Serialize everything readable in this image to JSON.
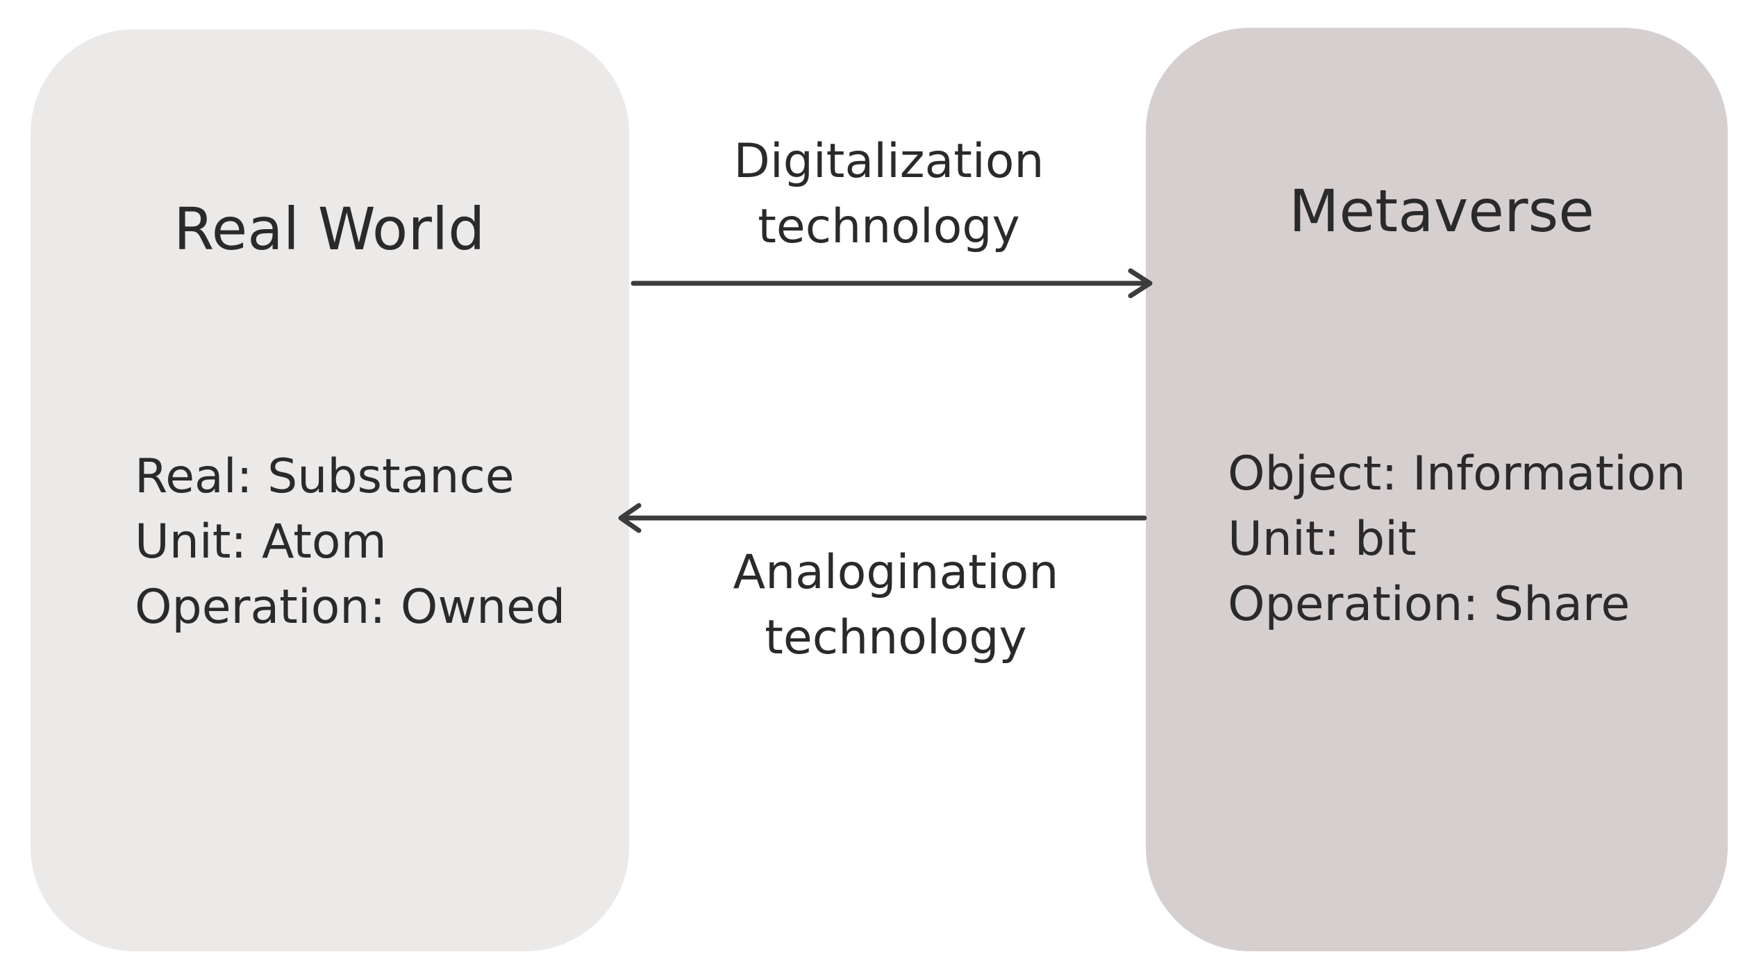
{
  "real_world": {
    "title": "Real World",
    "properties": [
      "Real: Substance",
      "Unit: Atom",
      "Operation: Owned"
    ]
  },
  "metaverse": {
    "title": "Metaverse",
    "properties": [
      "Object: Information",
      "Unit: bit",
      "Operation: Share"
    ]
  },
  "arrows": {
    "to_metaverse": {
      "line1": "Digitalization",
      "line2": "technology"
    },
    "to_real_world": {
      "line1": "Analogination",
      "line2": "technology"
    }
  },
  "colors": {
    "real_world_fill": "#ece9e9",
    "metaverse_fill": "#d6cfd0",
    "arrow": "#3c3c3c",
    "text": "#2a2a2a"
  }
}
